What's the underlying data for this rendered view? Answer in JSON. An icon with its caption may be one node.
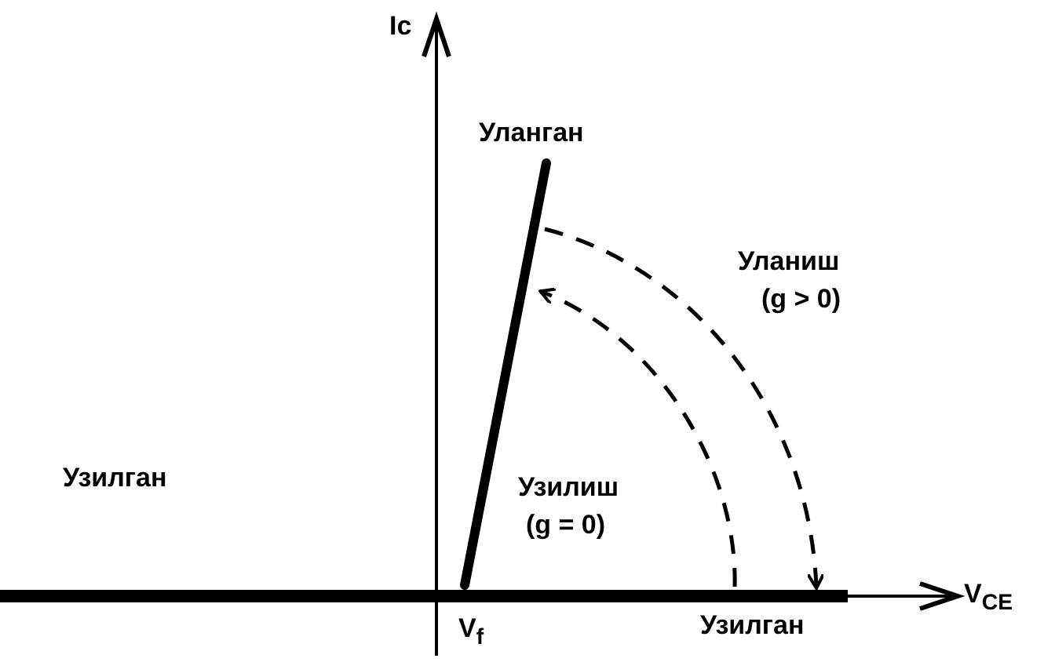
{
  "diagram": {
    "nodes": [
      {
        "text": [],
        "shape": "bar"
      },
      {
        "text": [],
        "shape": "bar"
      }
    ],
    "edges": [
      {
        "from": 1,
        "to": 0,
        "arrow": "to",
        "style": "dashed"
      },
      {
        "from": 0,
        "to": 1,
        "arrow": "to",
        "style": "dashed"
      }
    ],
    "labels": [
      "Ic",
      "Уланган",
      "Уланиш",
      "(g > 0)",
      "Узилган",
      "Узилиш",
      "(g = 0)",
      "V$_{f}$",
      "Узилган",
      "V$_{CE}$"
    ]
  }
}
